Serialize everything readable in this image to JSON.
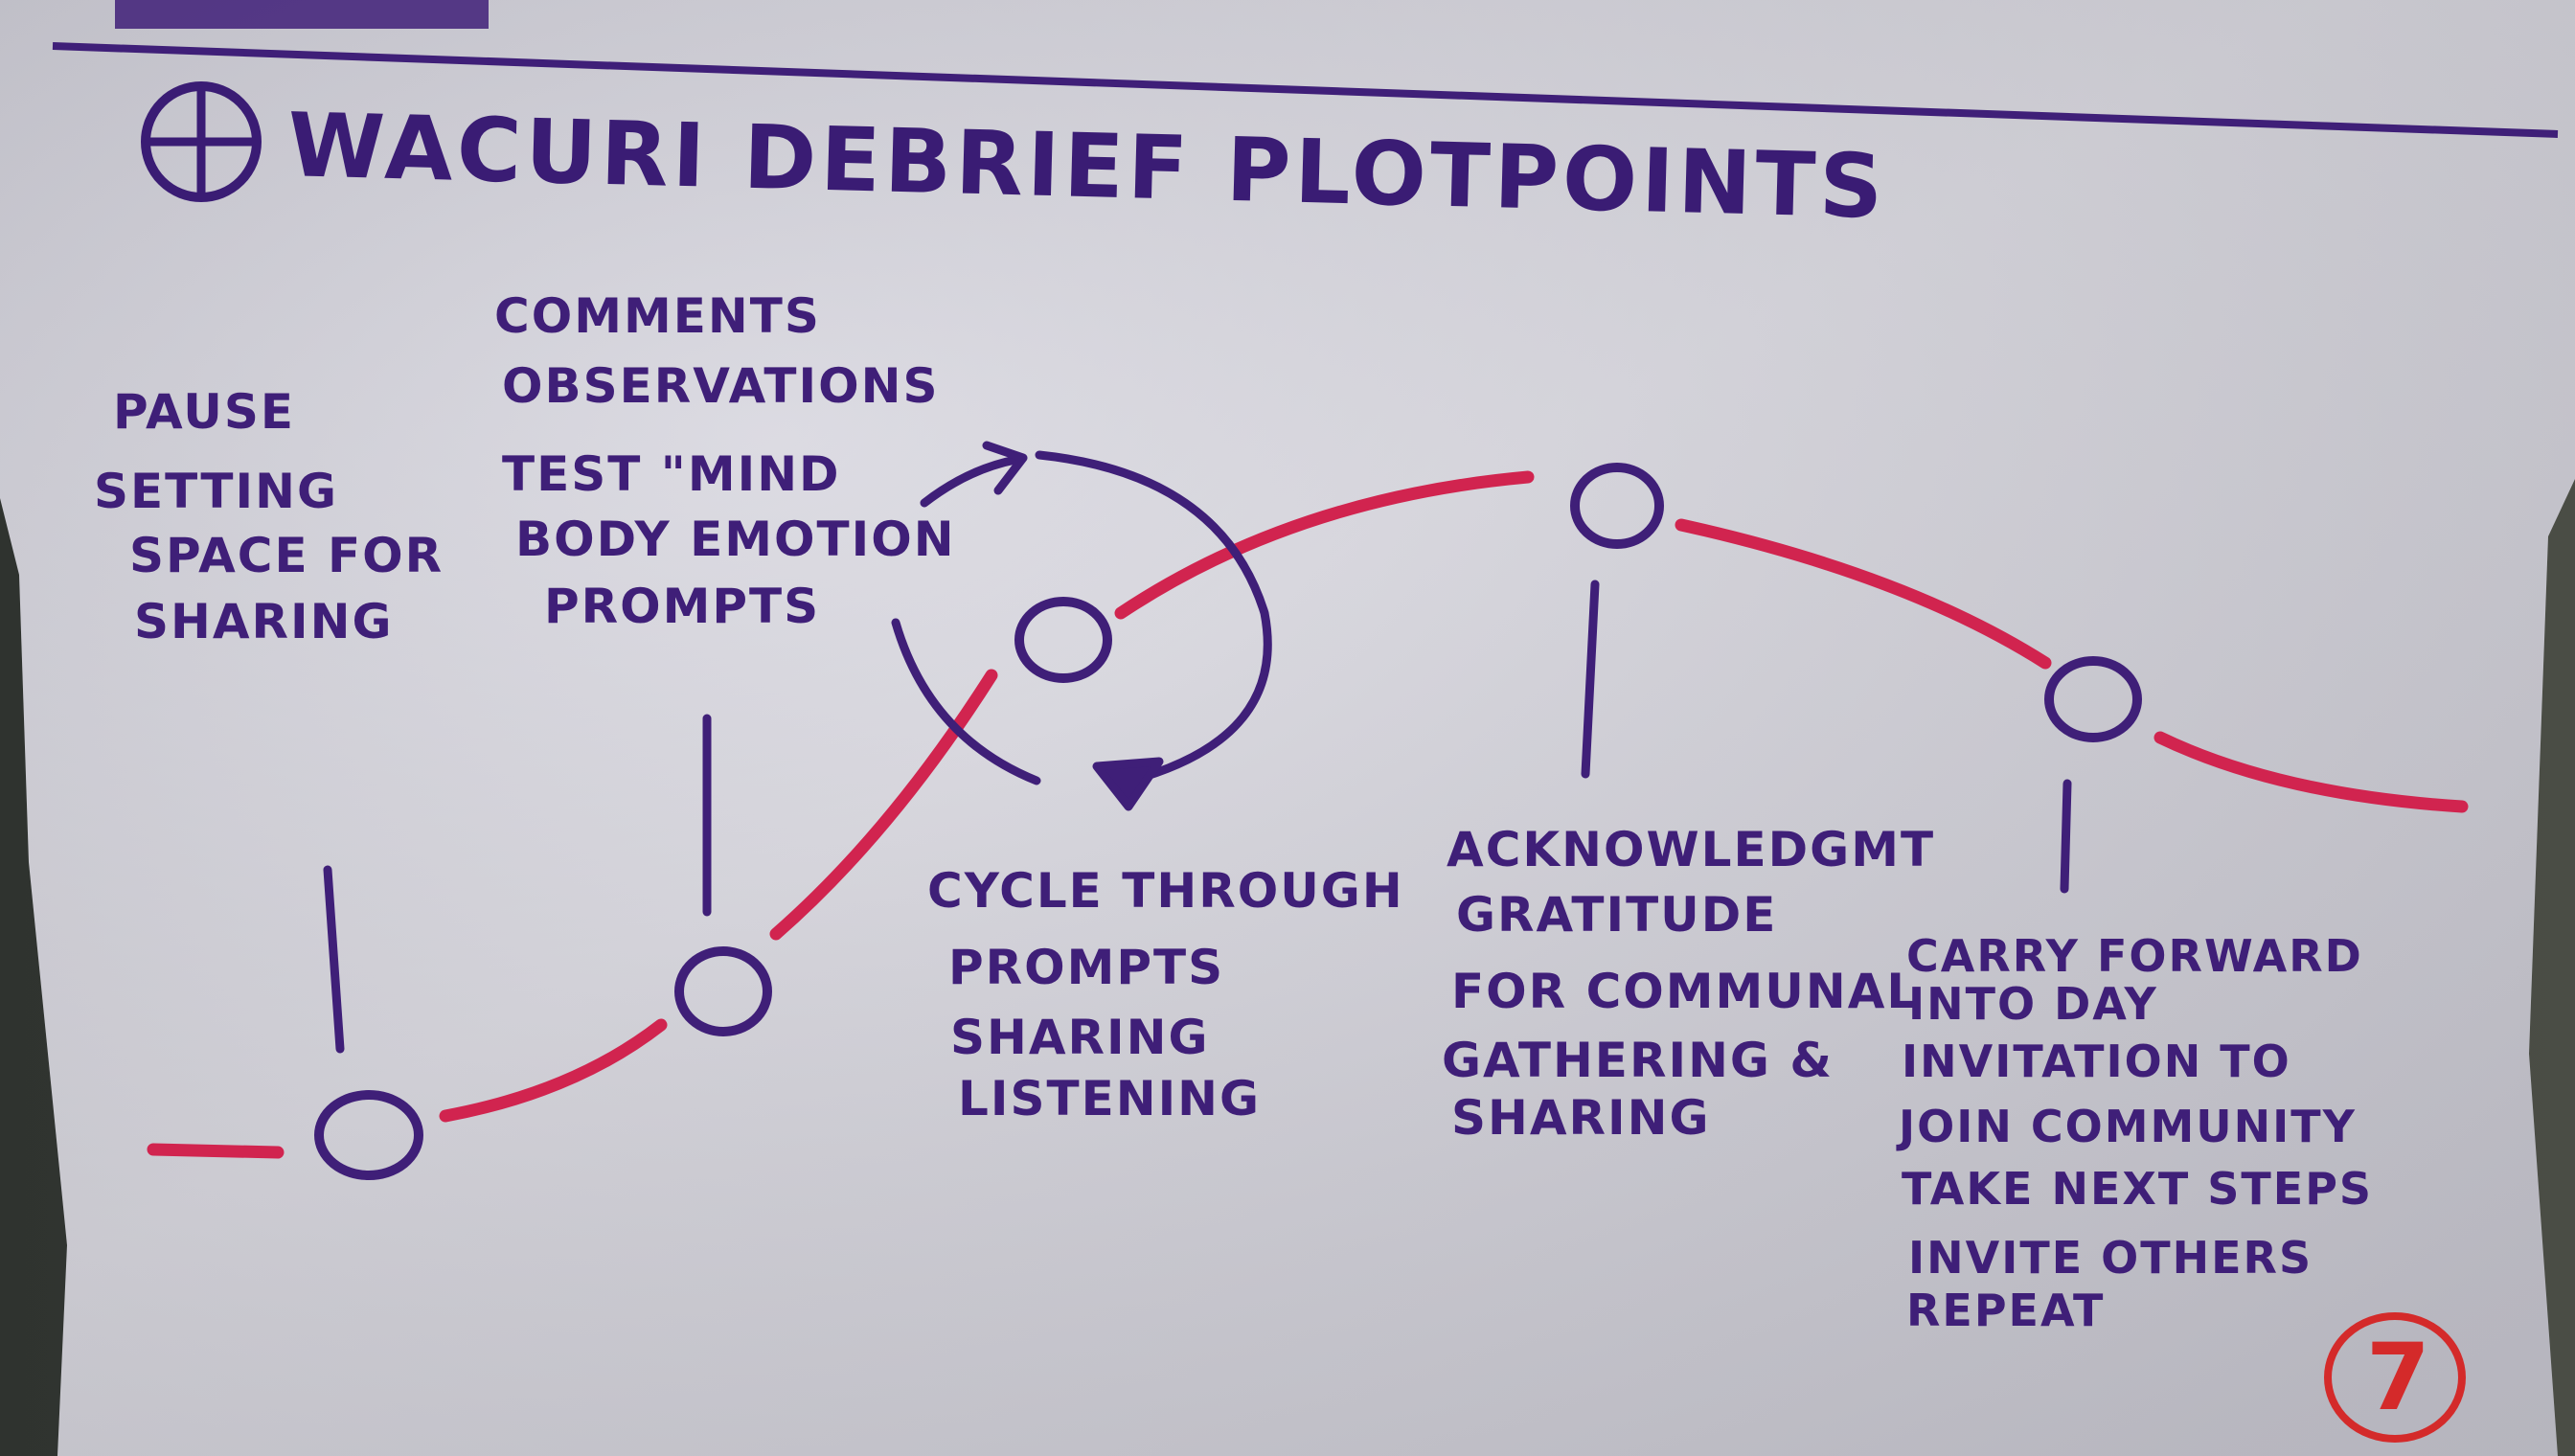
{
  "title": "WACURI DEBRIEF PLOTPOINTS",
  "page_number": "7",
  "notes": {
    "pause": [
      "PAUSE",
      "SETTING",
      "SPACE FOR",
      "SHARING"
    ],
    "comments": [
      "COMMENTS",
      "OBSERVATIONS",
      "TEST \"MIND",
      "BODY EMOTION",
      "PROMPTS"
    ],
    "cycle": [
      "CYCLE THROUGH",
      "PROMPTS",
      "SHARING",
      "LISTENING"
    ],
    "acknowledgement": [
      "ACKNOWLEDGMT",
      "GRATITUDE",
      "FOR COMMUNAL",
      "GATHERING &",
      "SHARING"
    ],
    "carry_forward": [
      "CARRY FORWARD",
      "INTO DAY",
      "INVITATION TO",
      "JOIN COMMUNITY",
      "TAKE NEXT STEPS",
      "INVITE OTHERS",
      "REPEAT"
    ]
  },
  "colors": {
    "ink_purple": "#3f1f78",
    "marker_red": "#d1244f",
    "paper": "#d9d8e0",
    "page_number_red": "#d42a2a"
  }
}
